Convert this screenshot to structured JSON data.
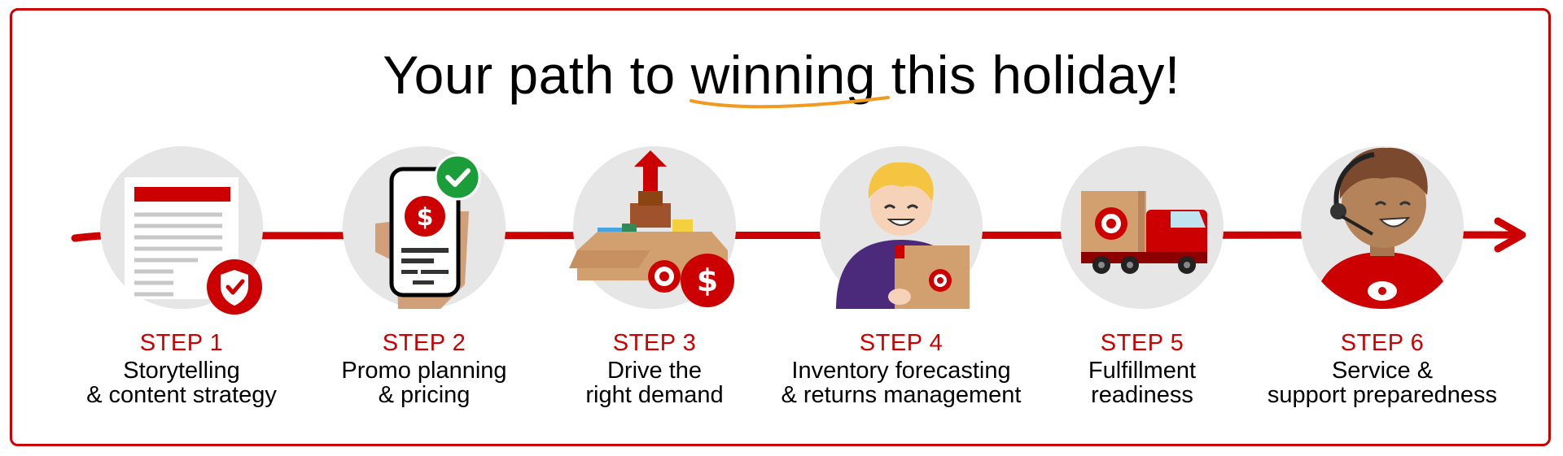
{
  "title": {
    "before": "Your path to ",
    "highlight": "winning",
    "after": " this holiday!"
  },
  "colors": {
    "brand_red": "#cc0000",
    "accent_orange": "#f29a1f",
    "circle_bg": "#e6e6e6"
  },
  "steps": [
    {
      "label": "STEP 1",
      "line1": "Storytelling",
      "line2": "& content strategy",
      "icon": "document-shield-icon"
    },
    {
      "label": "STEP 2",
      "line1": "Promo planning",
      "line2": "& pricing",
      "icon": "phone-dollar-icon"
    },
    {
      "label": "STEP 3",
      "line1": "Drive the",
      "line2": "right demand",
      "icon": "box-products-icon"
    },
    {
      "label": "STEP 4",
      "line1": "Inventory forecasting",
      "line2": "& returns management",
      "icon": "person-box-icon"
    },
    {
      "label": "STEP 5",
      "line1": "Fulfillment",
      "line2": "readiness",
      "icon": "delivery-truck-icon"
    },
    {
      "label": "STEP 6",
      "line1": "Service &",
      "line2": "support preparedness",
      "icon": "support-agent-icon"
    }
  ]
}
